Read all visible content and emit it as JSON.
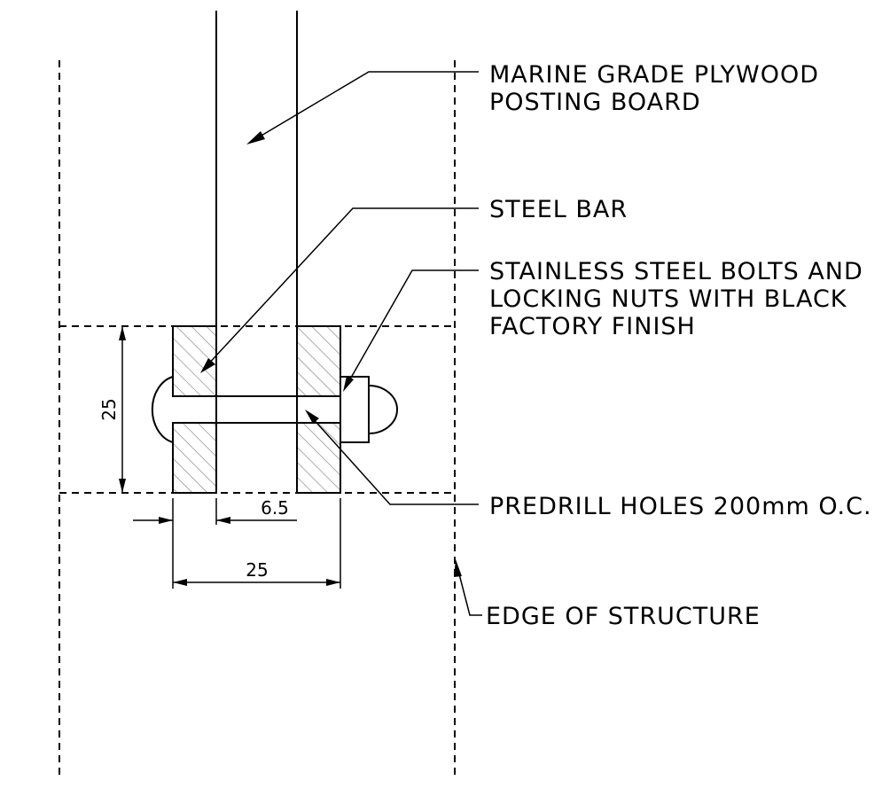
{
  "labels": {
    "plywood_line1": "MARINE GRADE PLYWOOD",
    "plywood_line2": "POSTING BOARD",
    "steel_bar": "STEEL BAR",
    "bolts_line1": "STAINLESS STEEL BOLTS AND",
    "bolts_line2": "LOCKING NUTS WITH BLACK",
    "bolts_line3": "FACTORY FINISH",
    "predrill": "PREDRILL HOLES 200mm O.C.",
    "edge": "EDGE OF STRUCTURE"
  },
  "dimensions": {
    "height": "25",
    "gap": "6.5",
    "width": "25"
  }
}
